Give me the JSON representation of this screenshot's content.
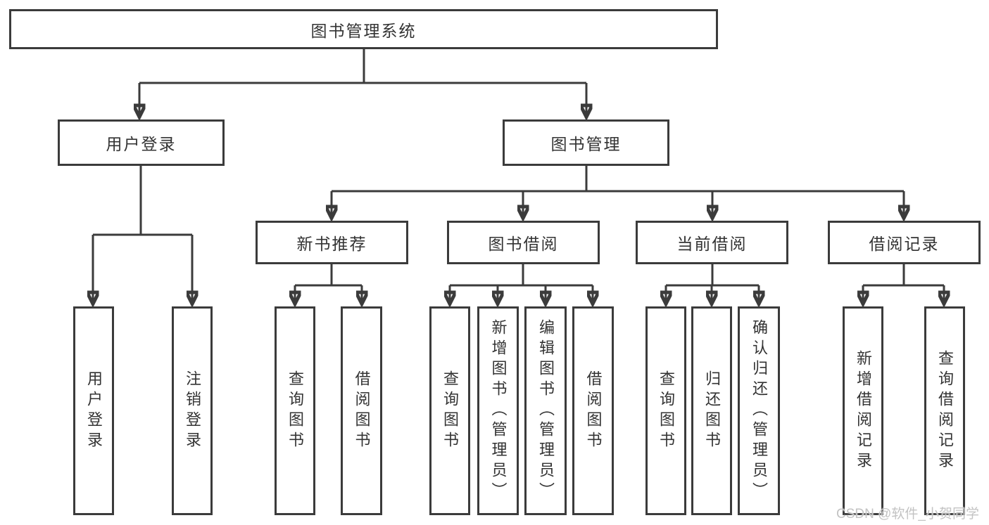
{
  "diagram": {
    "title": "图书管理系统",
    "level2": {
      "user_login": "用户登录",
      "book_mgmt": "图书管理"
    },
    "level3": {
      "new_book_rec": "新书推荐",
      "book_borrow": "图书借阅",
      "current_borrow": "当前借阅",
      "borrow_records": "借阅记录"
    },
    "leaves": {
      "user_login": "用户登录",
      "logout": "注销登录",
      "nbr_query_books": "查询图书",
      "nbr_borrow_books": "借阅图书",
      "bb_query_books": "查询图书",
      "bb_add_books_admin": "新增图书（管理员）",
      "bb_edit_books_admin": "编辑图书（管理员）",
      "bb_borrow_books": "借阅图书",
      "cb_query_books": "查询图书",
      "cb_return_books": "归还图书",
      "cb_confirm_return_admin": "确认归还（管理员）",
      "br_add_record": "新增借阅记录",
      "br_query_record": "查询借阅记录"
    }
  },
  "watermark": "CSDN @软件_小贺同学",
  "colors": {
    "line": "#3b3b3b",
    "box_border": "#3b3b3b",
    "box_fill": "#ffffff",
    "text": "#333333",
    "watermark": "#c3c3c3",
    "background": "#ffffff"
  }
}
